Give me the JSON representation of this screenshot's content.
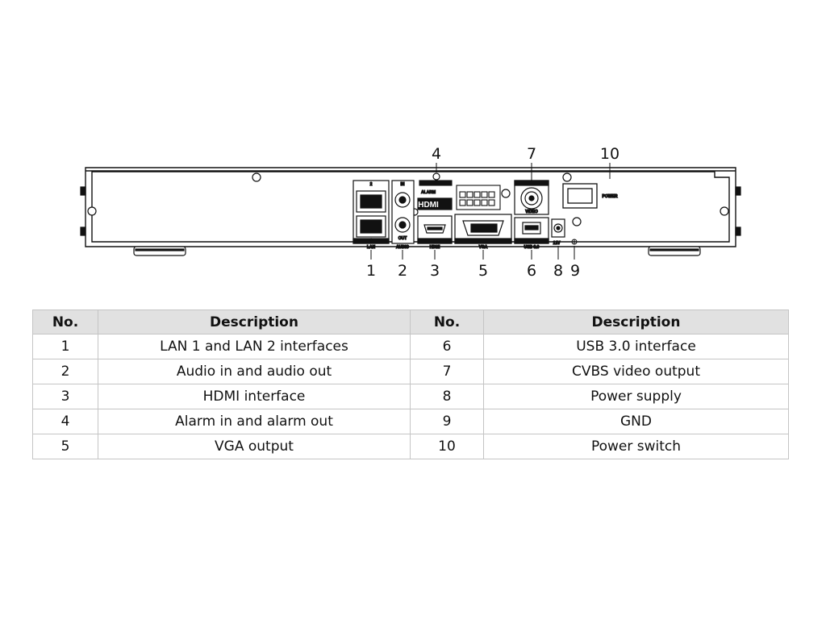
{
  "device": {
    "port_labels": {
      "lan": "LAN",
      "lan_top": "2",
      "lan_bottom": "1",
      "audio": "AUDIO",
      "audio_in": "IN",
      "audio_out": "OUT",
      "hdmi": "HDMI",
      "hdmi_logo": "HDMI",
      "vga": "VGA",
      "alarm": "ALARM",
      "video": "VIDEO",
      "usb": "USB 3.0",
      "power_in": "12V",
      "power_switch": "POWER",
      "gnd_icon": "ground-icon"
    },
    "callouts": [
      "1",
      "2",
      "3",
      "4",
      "5",
      "6",
      "7",
      "8",
      "9",
      "10"
    ]
  },
  "table": {
    "headers": [
      "No.",
      "Description",
      "No.",
      "Description"
    ],
    "rows": [
      [
        "1",
        "LAN 1 and LAN 2 interfaces",
        "6",
        "USB 3.0 interface"
      ],
      [
        "2",
        "Audio in and audio out",
        "7",
        "CVBS video output"
      ],
      [
        "3",
        "HDMI interface",
        "8",
        "Power supply"
      ],
      [
        "4",
        "Alarm in and alarm out",
        "9",
        "GND"
      ],
      [
        "5",
        "VGA output",
        "10",
        "Power switch"
      ]
    ]
  }
}
